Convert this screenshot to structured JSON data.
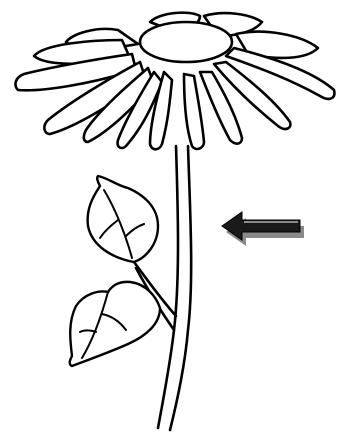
{
  "figure": {
    "subject": "flower-line-drawing",
    "parts": [
      "flower-head",
      "stem",
      "leaves"
    ],
    "indicator": {
      "type": "arrow",
      "direction": "left",
      "points_to": "stem"
    }
  },
  "colors": {
    "background": "#ffffff",
    "ink": "#000000",
    "arrow_fill": "#1a1a1a",
    "arrow_shadow": "#8a8a8a"
  }
}
